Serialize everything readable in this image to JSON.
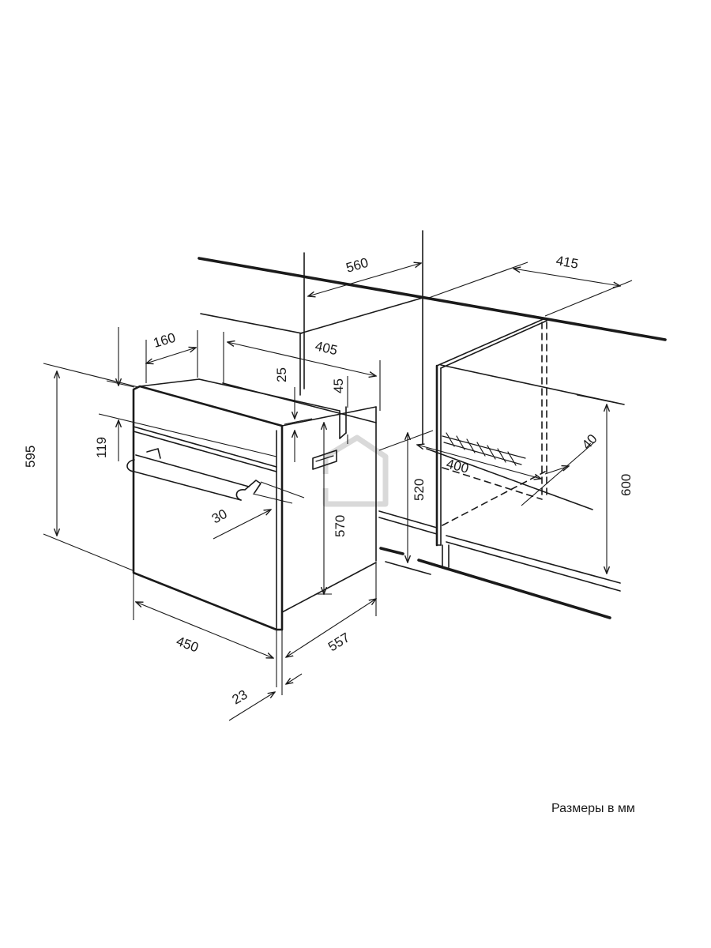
{
  "diagram": {
    "dimensions": {
      "d560": "560",
      "d415": "415",
      "d160": "160",
      "d405": "405",
      "d25": "25",
      "d45": "45",
      "d119": "119",
      "d595": "595",
      "d400": "400",
      "d40": "40",
      "d520": "520",
      "d570": "570",
      "d600": "600",
      "d30": "30",
      "d450": "450",
      "d557": "557",
      "d23": "23"
    },
    "units_note": "Размеры в мм"
  }
}
